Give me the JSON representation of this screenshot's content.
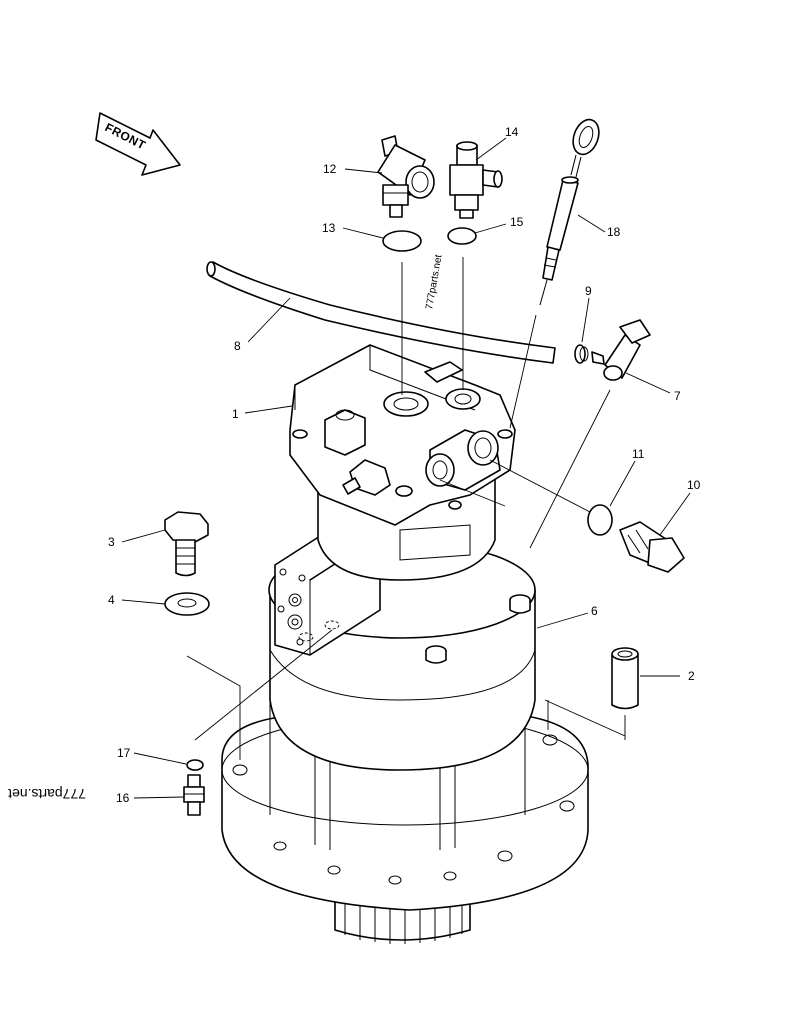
{
  "diagram": {
    "front_label": "FRONT",
    "watermark": "777parts.net",
    "callouts": [
      "1",
      "2",
      "3",
      "4",
      "6",
      "7",
      "8",
      "9",
      "10",
      "11",
      "12",
      "13",
      "14",
      "15",
      "16",
      "17",
      "18"
    ]
  }
}
